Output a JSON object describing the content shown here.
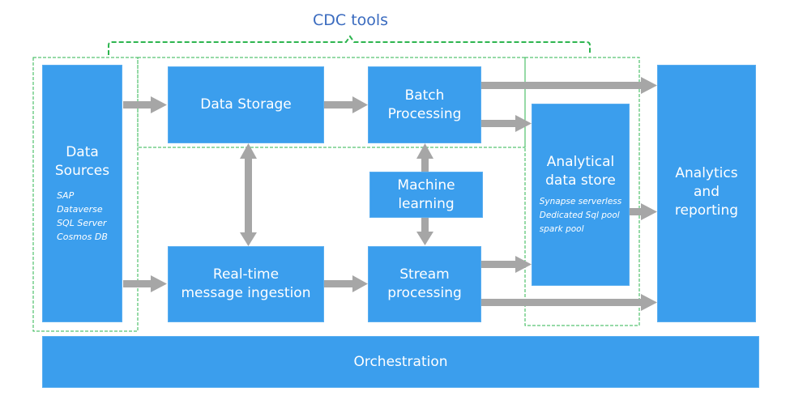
{
  "cdc_label": "CDC tools",
  "nodes": {
    "data_sources": {
      "title": [
        "Data",
        "Sources"
      ],
      "items": [
        "SAP",
        "Dataverse",
        "SQL Server",
        "Cosmos DB"
      ]
    },
    "data_storage": {
      "title": [
        "Data Storage"
      ]
    },
    "batch_processing": {
      "title": [
        "Batch",
        "Processing"
      ]
    },
    "machine_learning": {
      "title": [
        "Machine",
        "learning"
      ]
    },
    "realtime_ingestion": {
      "title": [
        "Real-time",
        "message ingestion"
      ]
    },
    "stream_processing": {
      "title": [
        "Stream",
        "processing"
      ]
    },
    "analytical_store": {
      "title": [
        "Analytical",
        "data store"
      ],
      "items": [
        "Synapse serverless",
        "Dedicated Sql pool",
        "spark pool"
      ]
    },
    "analytics_reporting": {
      "title": [
        "Analytics",
        "and",
        "reporting"
      ]
    },
    "orchestration": {
      "title": [
        "Orchestration"
      ]
    }
  },
  "colors": {
    "box": "#3b9eed",
    "arrow": "#a6a6a6",
    "dashed": "#2db54f",
    "label": "#3a6bbf"
  }
}
